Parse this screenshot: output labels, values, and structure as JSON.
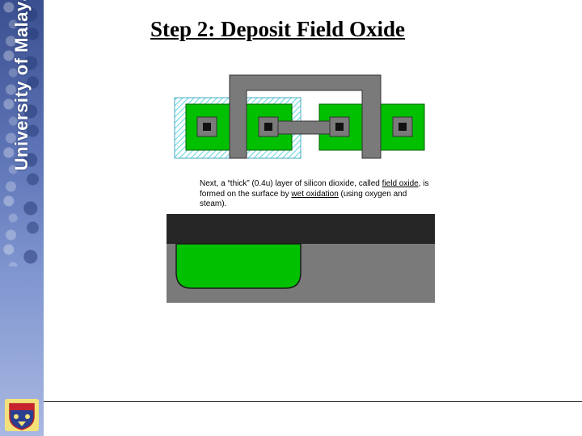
{
  "slide": {
    "title": "Step 2: Deposit Field Oxide"
  },
  "sidebar": {
    "university_name": "University of Malaya"
  },
  "caption": {
    "part1": "Next, a “thick” (0.4u) layer of silicon dioxide, called ",
    "term1": "field oxide",
    "part2": ", is formed on the surface by ",
    "term2": "wet oxidation",
    "part3": " (using oxygen and steam)."
  },
  "colors": {
    "diffusion_green": "#00c000",
    "well_hatch_cyan": "#8ee8f0",
    "poly_gray": "#7a7a7a",
    "contact_black": "#111111",
    "field_oxide_dark": "#262626",
    "substrate_gray": "#7a7a7a"
  }
}
